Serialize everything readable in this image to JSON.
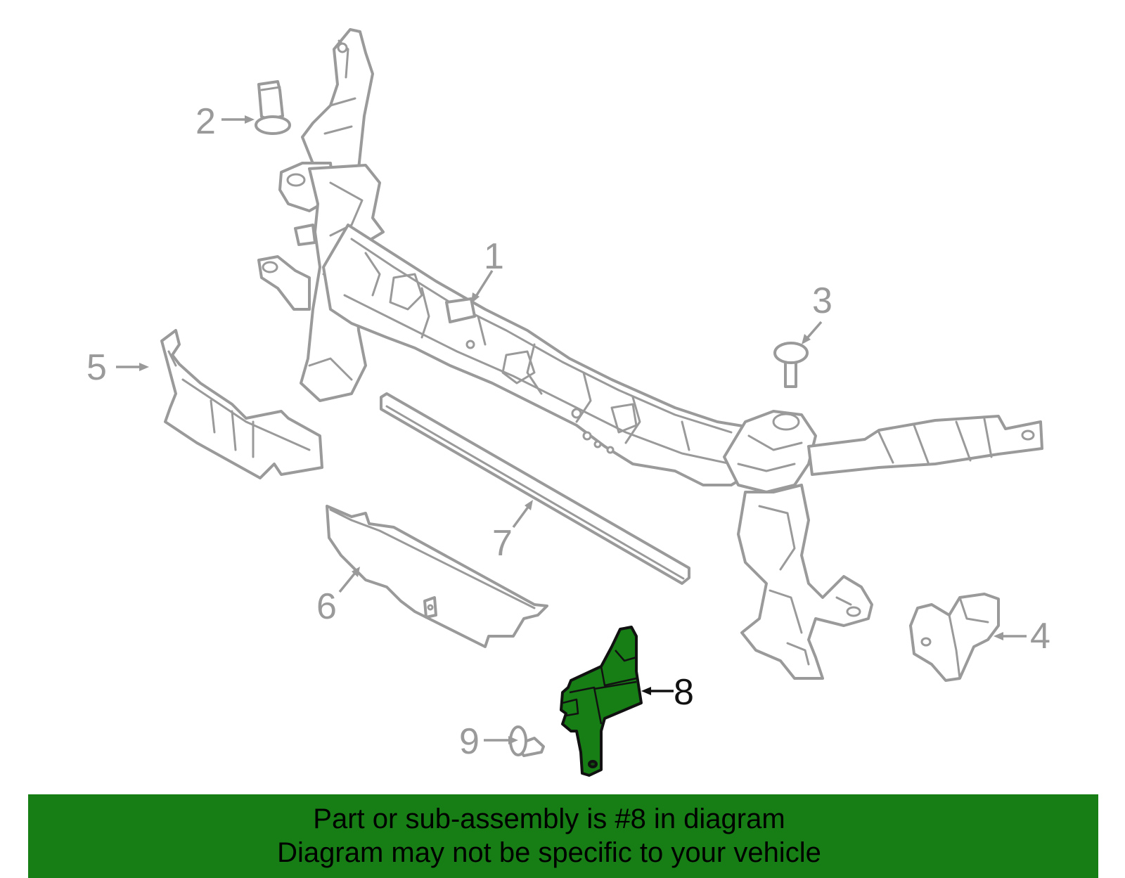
{
  "diagram": {
    "callouts": [
      {
        "id": "1",
        "label": "1"
      },
      {
        "id": "2",
        "label": "2"
      },
      {
        "id": "3",
        "label": "3"
      },
      {
        "id": "4",
        "label": "4"
      },
      {
        "id": "5",
        "label": "5"
      },
      {
        "id": "6",
        "label": "6"
      },
      {
        "id": "7",
        "label": "7"
      },
      {
        "id": "8",
        "label": "8"
      },
      {
        "id": "9",
        "label": "9"
      }
    ],
    "highlighted_part": "8",
    "colors": {
      "outline": "#9a9a9a",
      "highlight_fill": "#177e16",
      "highlight_outline": "#111111",
      "banner_background": "#177e16"
    }
  },
  "banner": {
    "line1": "Part or sub-assembly is #8 in diagram",
    "line2": "Diagram may not be specific to your vehicle"
  }
}
